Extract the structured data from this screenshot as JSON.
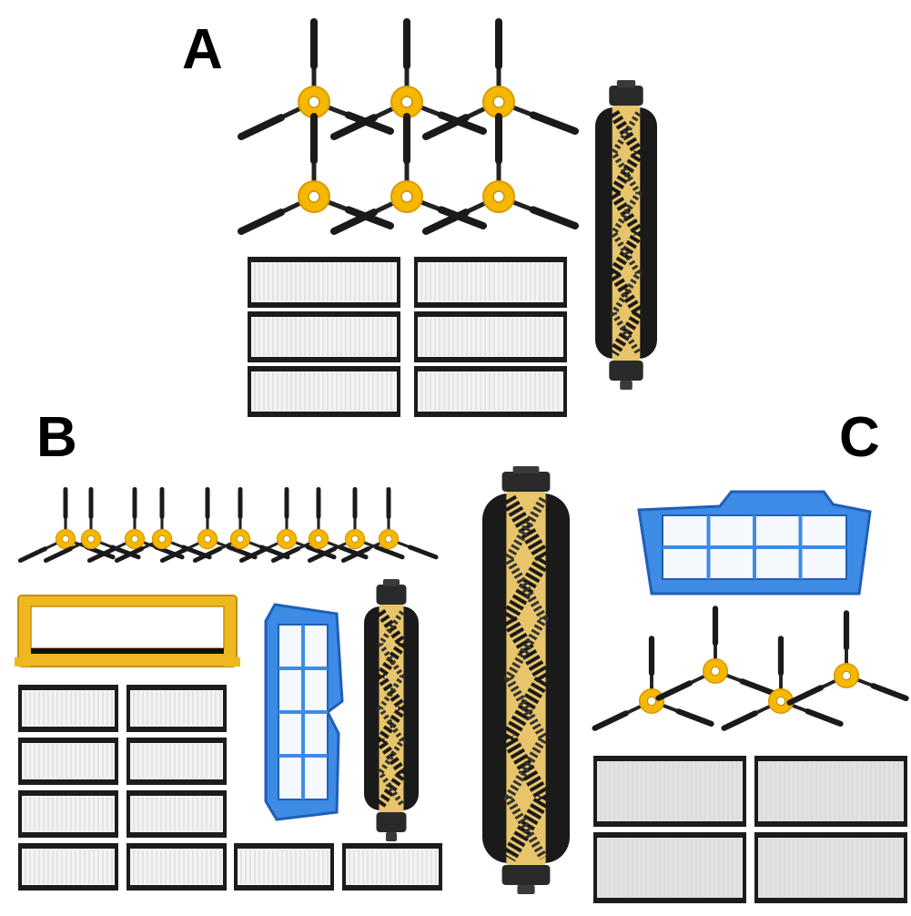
{
  "labels": {
    "a": "A",
    "b": "B",
    "c": "C"
  },
  "colors": {
    "hub": "#F5B700",
    "hub_dark": "#D99A00",
    "bristle": "#1A1A1A",
    "brush_core": "#E8C56A",
    "filter_media": "#F3F3F3",
    "filter_pleat": "#D6D6D6",
    "filter_frame": "#1C1C1C",
    "blue_filter": "#3E8BE6",
    "blue_filter_dark": "#1F5FB8",
    "frame_yellow": "#F0B820"
  },
  "kits": [
    {
      "label": "A",
      "side_brushes": 6,
      "hepa_filters": 6,
      "main_brushes": 1
    },
    {
      "label": "B",
      "side_brushes": 10,
      "hepa_filters": 10,
      "main_brushes": 1,
      "blue_primary_filters": 1,
      "brush_frames": 1
    },
    {
      "label": "C",
      "side_brushes": 4,
      "hepa_filters": 4,
      "main_brushes": 1,
      "blue_primary_filters": 1
    }
  ]
}
